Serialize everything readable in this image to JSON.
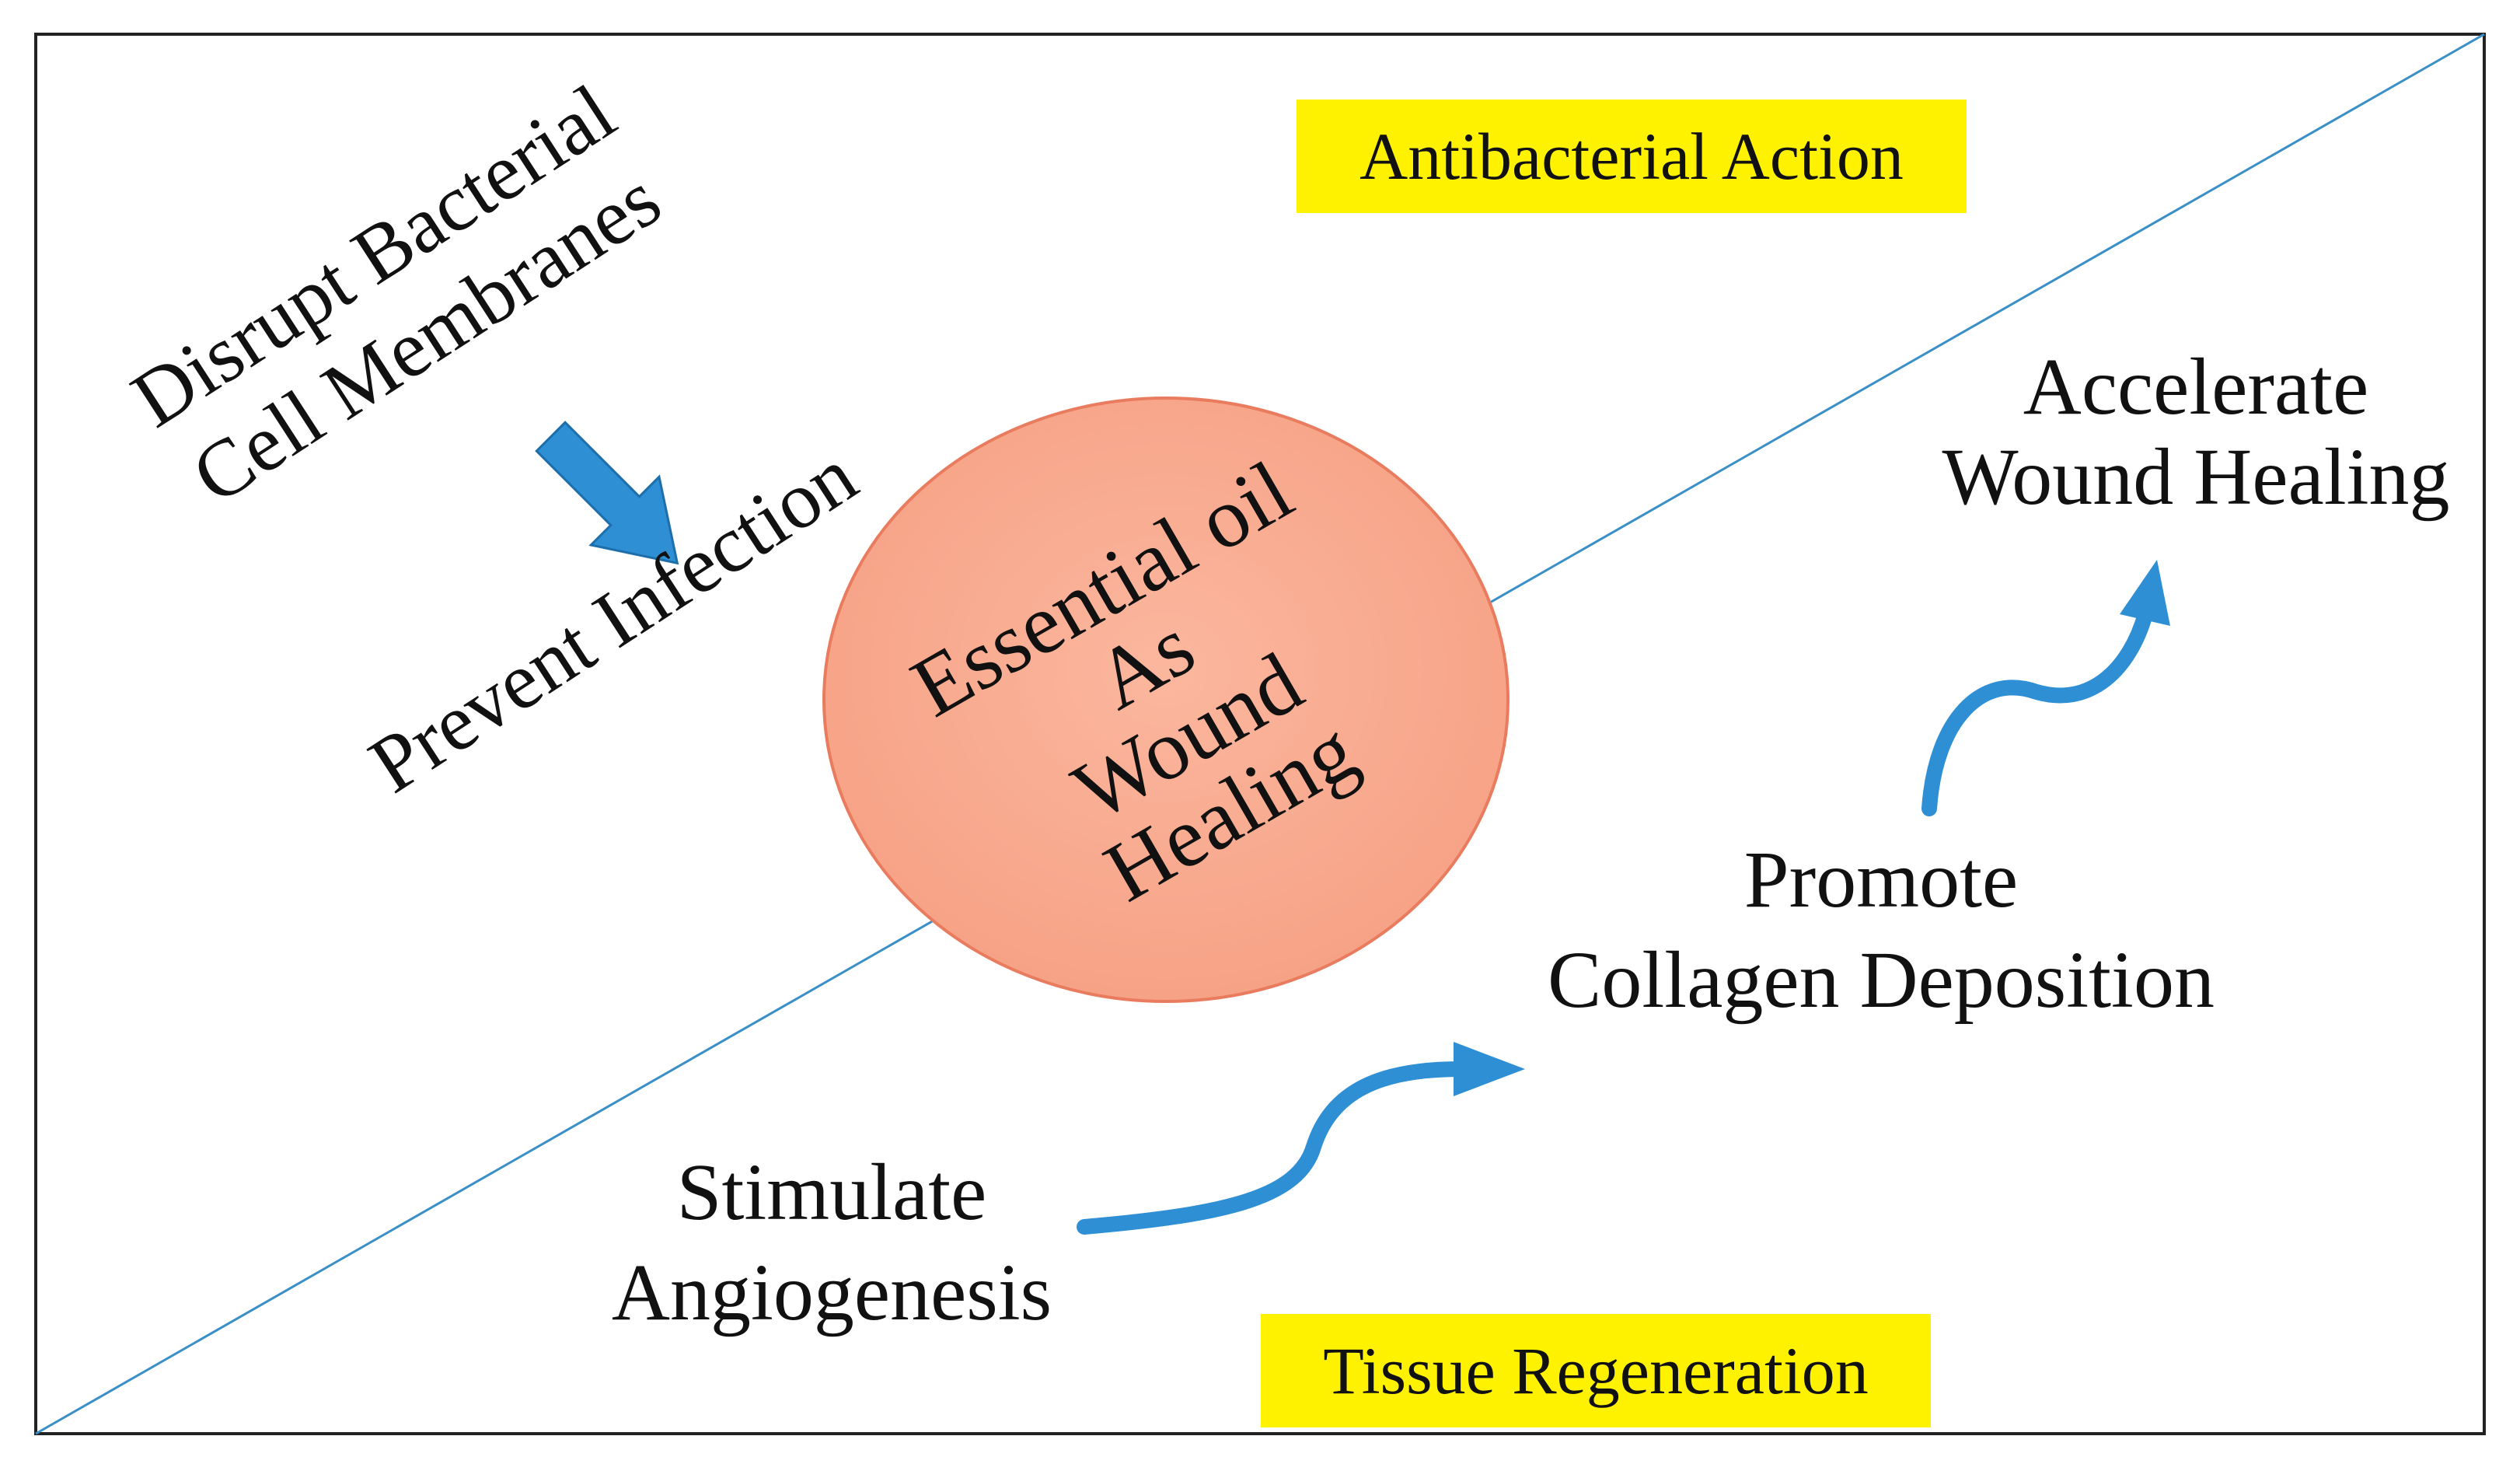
{
  "tags": {
    "antibacterial": "Antibacterial Action",
    "tissue": "Tissue Regeneration"
  },
  "center": {
    "line1": "Essential oil",
    "line2": "As",
    "line3": "Wound",
    "line4": "Healing"
  },
  "left": {
    "disrupt_line1": "Disrupt Bacterial",
    "disrupt_line2": "Cell Membranes",
    "prevent": "Prevent Infection"
  },
  "right": {
    "accelerate_line1": "Accelerate",
    "accelerate_line2": "Wound Healing",
    "promote_line1": "Promote",
    "promote_line2": "Collagen Deposition",
    "stimulate_line1": "Stimulate",
    "stimulate_line2": "Angiogenesis"
  },
  "colors": {
    "tag_bg": "#fff200",
    "circle_fill": "#f9a98d",
    "circle_stroke": "#e97c5f",
    "arrow": "#2e8fd4",
    "diagonal": "#3a8fc7",
    "frame": "#222222"
  }
}
